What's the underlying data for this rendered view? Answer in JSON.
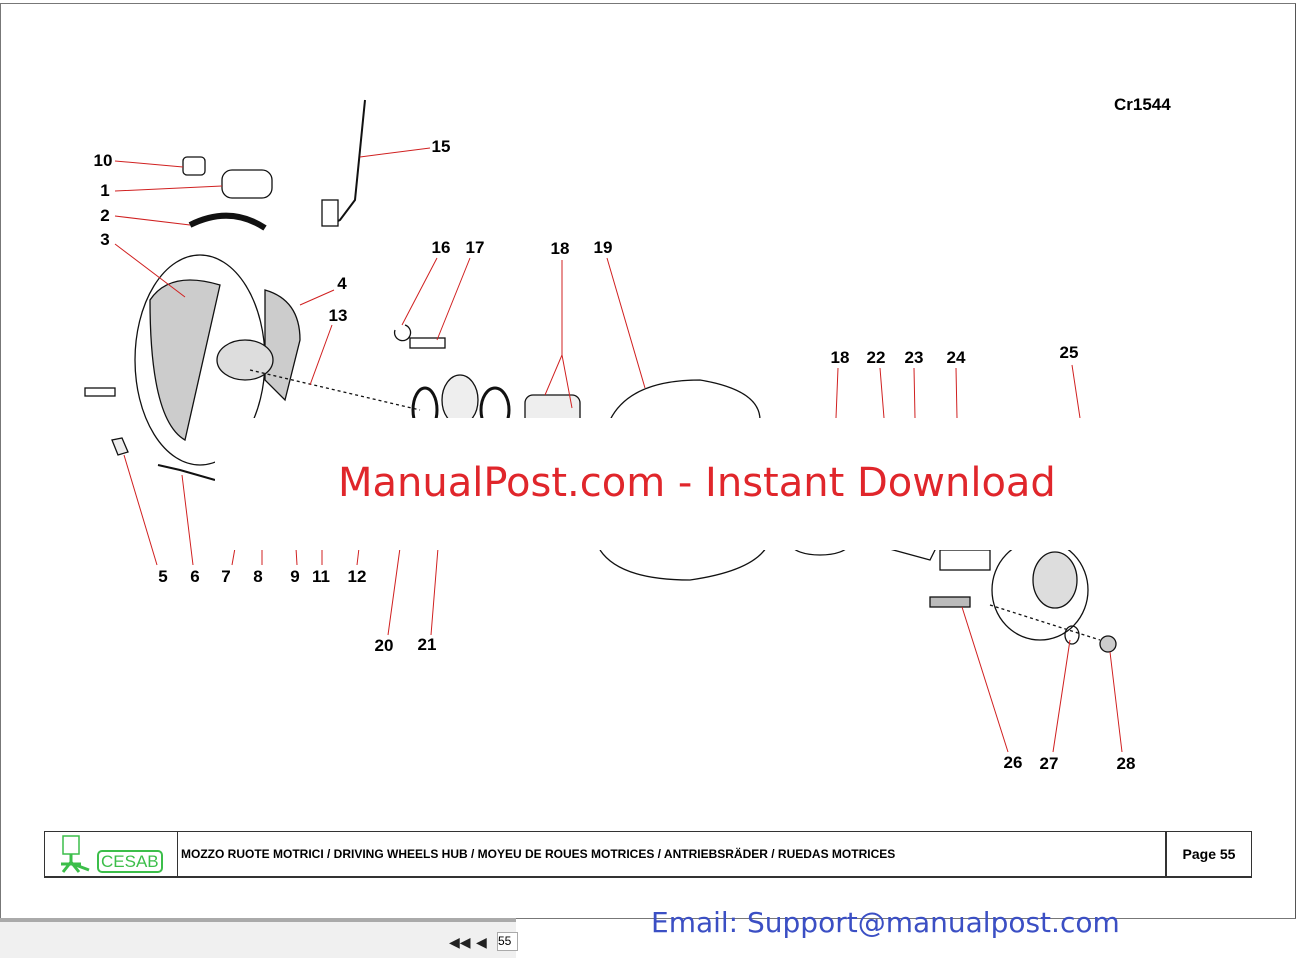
{
  "drawing_code": "Cr1544",
  "callouts": [
    "10",
    "1",
    "2",
    "3",
    "4",
    "13",
    "15",
    "16",
    "17",
    "18",
    "19",
    "18",
    "22",
    "23",
    "24",
    "25",
    "5",
    "6",
    "7",
    "8",
    "9",
    "11",
    "12",
    "20",
    "21",
    "26",
    "27",
    "28"
  ],
  "watermark": "ManualPost.com - Instant Download",
  "footer": {
    "logo_text": "CESAB",
    "title": "MOZZO RUOTE MOTRICI / DRIVING WHEELS HUB / MOYEU DE ROUES MOTRICES / ANTRIEBSRÄDER / RUEDAS MOTRICES",
    "page": "Page 55"
  },
  "toolbar": {
    "first_icon": "first-page-icon",
    "prev_icon": "prev-page-icon",
    "page_value": "55"
  },
  "email": "Email: Support@manualpost.com",
  "colors": {
    "leader": "#d02020",
    "logo": "#3cbe4a",
    "watermark": "#e0262b",
    "email": "#3b4fc4"
  }
}
